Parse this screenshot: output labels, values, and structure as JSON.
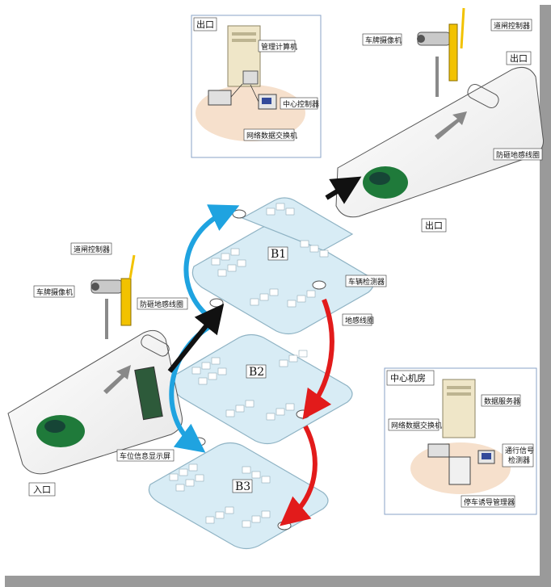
{
  "labels": {
    "exit_top": "出口",
    "exit_right": "出口",
    "exit_road": "出口",
    "entrance": "入口",
    "mgmt_pc": "管理计算机",
    "center_controller": "中心控制器",
    "net_switch_top": "网络数据交换机",
    "plate_camera_top": "车牌摄像机",
    "gate_ctrl_top": "道闸控制器",
    "anti_smash_top": "防砸地感线圈",
    "gate_ctrl_left": "道闸控制器",
    "plate_camera_left": "车牌摄像机",
    "anti_smash_left": "防砸地感线圈",
    "vehicle_detector": "车辆检测器",
    "ground_coil": "地感线圈",
    "space_display": "车位信息显示屏",
    "center_room": "中心机房",
    "data_server": "数据服务器",
    "net_switch_room": "网络数据交换机",
    "traffic_detector_1": "通行信号",
    "traffic_detector_2": "检测器",
    "parking_guide_mgr": "停车诱导管理器"
  },
  "levels": [
    "B1",
    "B2",
    "B3"
  ],
  "colors": {
    "floor": "#d8ecf5",
    "floor_edge": "#8fb3c4",
    "arrow_blue": "#1fa3e0",
    "arrow_red": "#e21b1b",
    "arrow_black": "#111111",
    "car": "#1f7a3a",
    "gate": "#f2c200"
  }
}
